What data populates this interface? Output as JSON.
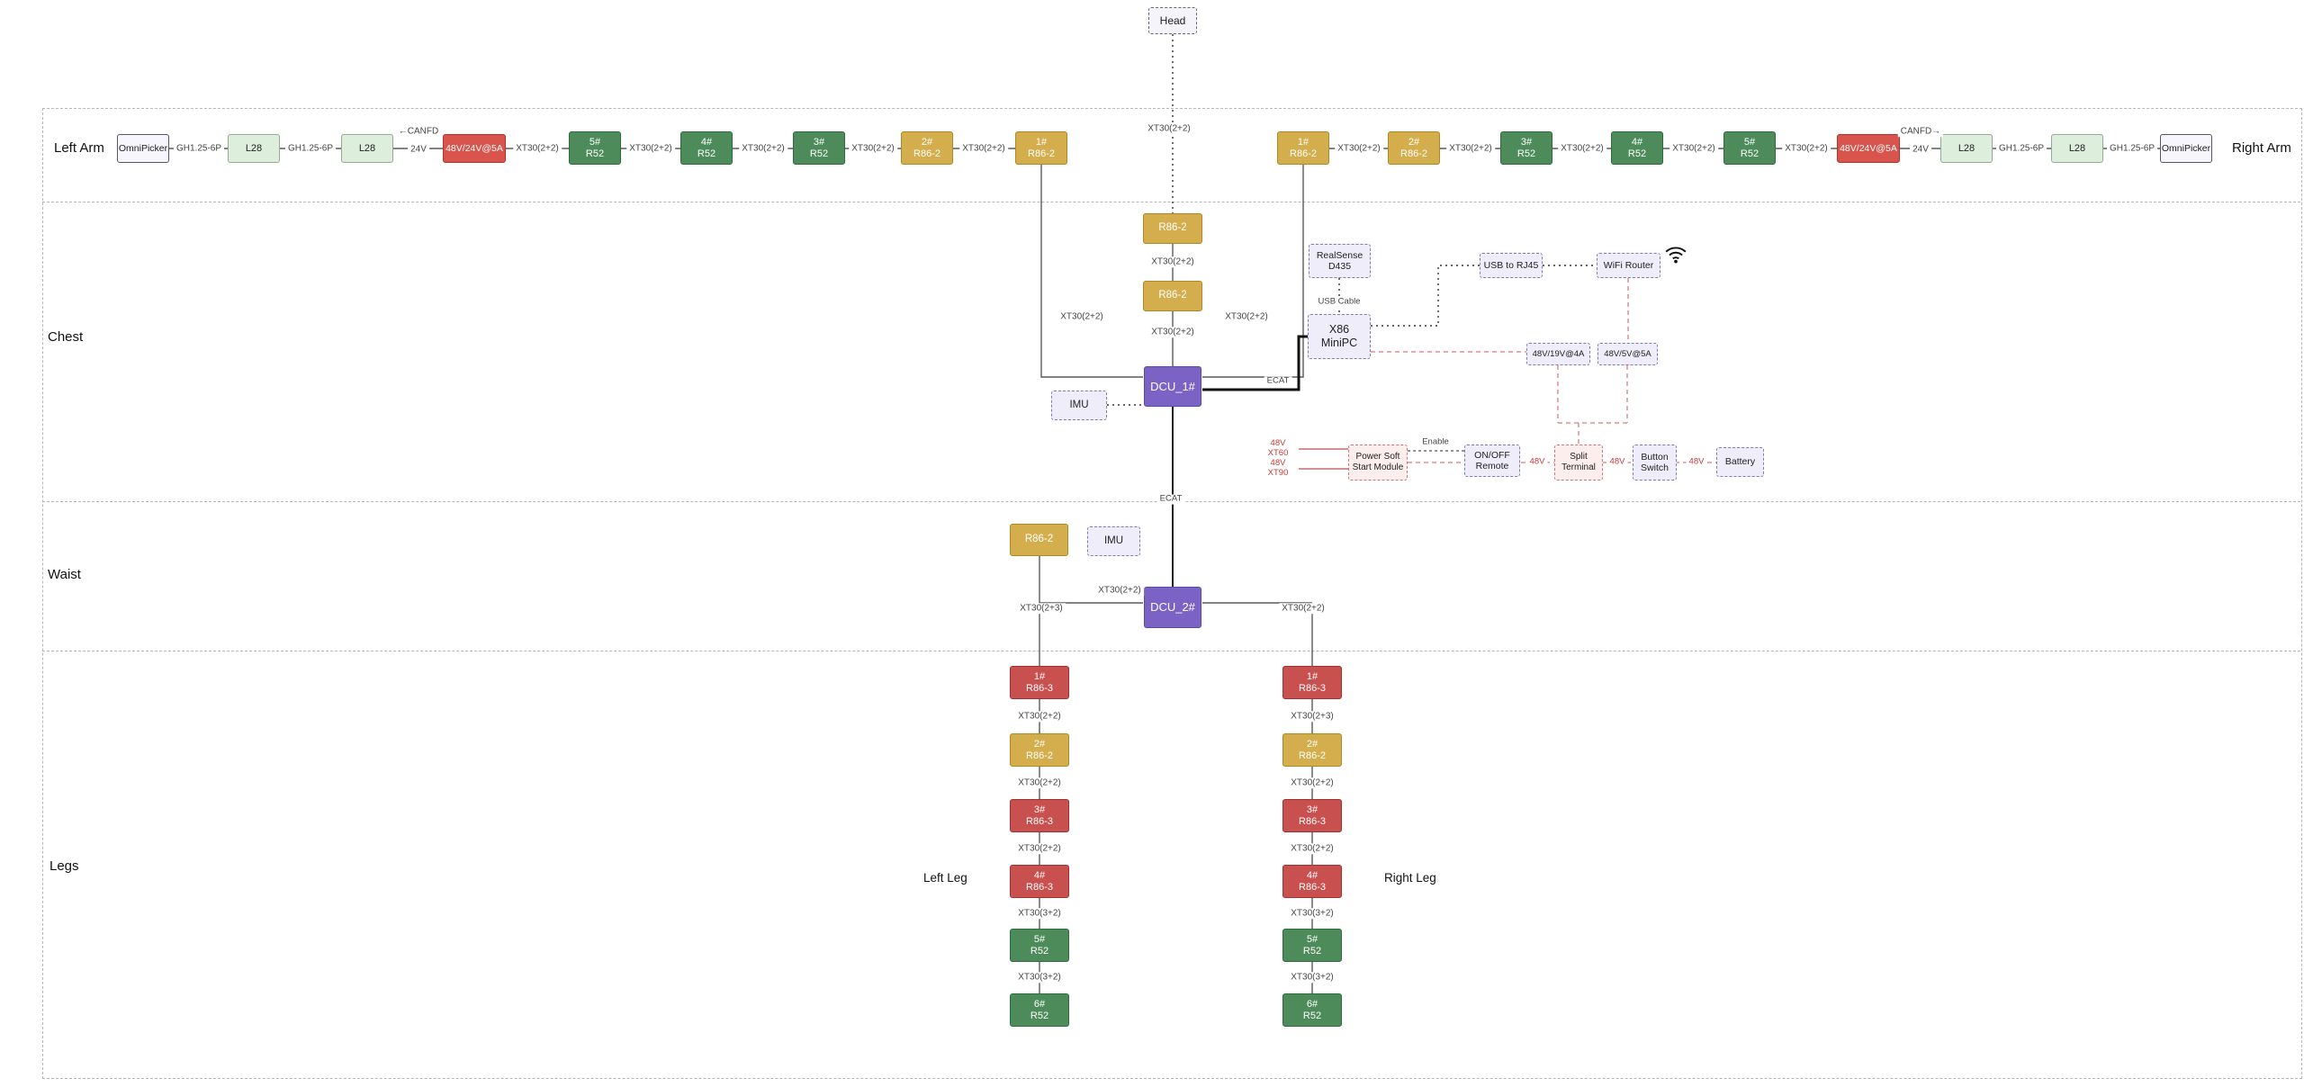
{
  "head": {
    "label": "Head",
    "link": "XT30(2+2)"
  },
  "section_labels": {
    "left_arm": "Left Arm",
    "right_arm": "Right Arm",
    "chest": "Chest",
    "waist": "Waist",
    "legs": "Legs",
    "left_leg": "Left Leg",
    "right_leg": "Right Leg"
  },
  "left_arm": {
    "omnipicker": "OmniPicker",
    "gh1": "GH1.25-6P",
    "l28a": "L28",
    "gh2": "GH1.25-6P",
    "l28b": "L28",
    "canfd_arrow": "←",
    "canfd": "CANFD",
    "v24": "24V",
    "converter": "48V/24V@5A",
    "xt": [
      "XT30(2+2)",
      "XT30(2+2)",
      "XT30(2+2)",
      "XT30(2+2)",
      "XT30(2+2)"
    ],
    "motors": [
      {
        "n": "5#",
        "m": "R52"
      },
      {
        "n": "4#",
        "m": "R52"
      },
      {
        "n": "3#",
        "m": "R52"
      },
      {
        "n": "2#",
        "m": "R86-2"
      },
      {
        "n": "1#",
        "m": "R86-2"
      }
    ],
    "dcu_link": "XT30(2+2)"
  },
  "right_arm": {
    "omnipicker": "OmniPicker",
    "gh1": "GH1.25-6P",
    "l28a": "L28",
    "gh2": "GH1.25-6P",
    "l28b": "L28",
    "canfd_arrow": "→",
    "canfd": "CANFD",
    "v24": "24V",
    "converter": "48V/24V@5A",
    "xt": [
      "XT30(2+2)",
      "XT30(2+2)",
      "XT30(2+2)",
      "XT30(2+2)",
      "XT30(2+2)"
    ],
    "motors": [
      {
        "n": "1#",
        "m": "R86-2"
      },
      {
        "n": "2#",
        "m": "R86-2"
      },
      {
        "n": "3#",
        "m": "R52"
      },
      {
        "n": "4#",
        "m": "R52"
      },
      {
        "n": "5#",
        "m": "R52"
      }
    ],
    "dcu_link": "XT30(2+2)"
  },
  "chest": {
    "motor1": "R86-2",
    "link1": "XT30(2+2)",
    "motor2": "R86-2",
    "link2": "XT30(2+2)",
    "dcu": "DCU_1#",
    "imu": "IMU",
    "realsense": {
      "l1": "RealSense",
      "l2": "D435"
    },
    "usb_cable": "USB Cable",
    "x86": {
      "l1": "X86",
      "l2": "MiniPC"
    },
    "usb_rj45": "USB to RJ45",
    "wifi_router": "WiFi Router",
    "conv19": "48V/19V@4A",
    "conv5": "48V/5V@5A",
    "ecat": "ECAT",
    "power_module": {
      "l1": "Power Soft",
      "l2": "Start Module"
    },
    "xt60": {
      "l1": "48V",
      "l2": "XT60"
    },
    "xt90": {
      "l1": "48V",
      "l2": "XT90"
    },
    "enable": "Enable",
    "remote": {
      "l1": "ON/OFF",
      "l2": "Remote"
    },
    "split": {
      "l1": "Split",
      "l2": "Terminal"
    },
    "button": {
      "l1": "Button",
      "l2": "Switch"
    },
    "battery": "Battery",
    "v48": [
      "48V",
      "48V",
      "48V"
    ]
  },
  "waist": {
    "motor": "R86-2",
    "imu": "IMU",
    "dcu": "DCU_2#",
    "ecat": "ECAT",
    "dcu_link": "XT30(2+2)",
    "left_link": "XT30(2+3)",
    "right_link": "XT30(2+2)"
  },
  "legs": {
    "left": {
      "motors": [
        {
          "n": "1#",
          "m": "R86-3"
        },
        {
          "n": "2#",
          "m": "R86-2"
        },
        {
          "n": "3#",
          "m": "R86-3"
        },
        {
          "n": "4#",
          "m": "R86-3"
        },
        {
          "n": "5#",
          "m": "R52"
        },
        {
          "n": "6#",
          "m": "R52"
        }
      ],
      "xt": [
        "XT30(2+2)",
        "XT30(2+2)",
        "XT30(2+2)",
        "XT30(3+2)",
        "XT30(3+2)"
      ]
    },
    "right": {
      "motors": [
        {
          "n": "1#",
          "m": "R86-3"
        },
        {
          "n": "2#",
          "m": "R86-2"
        },
        {
          "n": "3#",
          "m": "R86-3"
        },
        {
          "n": "4#",
          "m": "R86-3"
        },
        {
          "n": "5#",
          "m": "R52"
        },
        {
          "n": "6#",
          "m": "R52"
        }
      ],
      "xt": [
        "XT30(2+3)",
        "XT30(2+2)",
        "XT30(2+2)",
        "XT30(3+2)",
        "XT30(3+2)"
      ]
    }
  }
}
